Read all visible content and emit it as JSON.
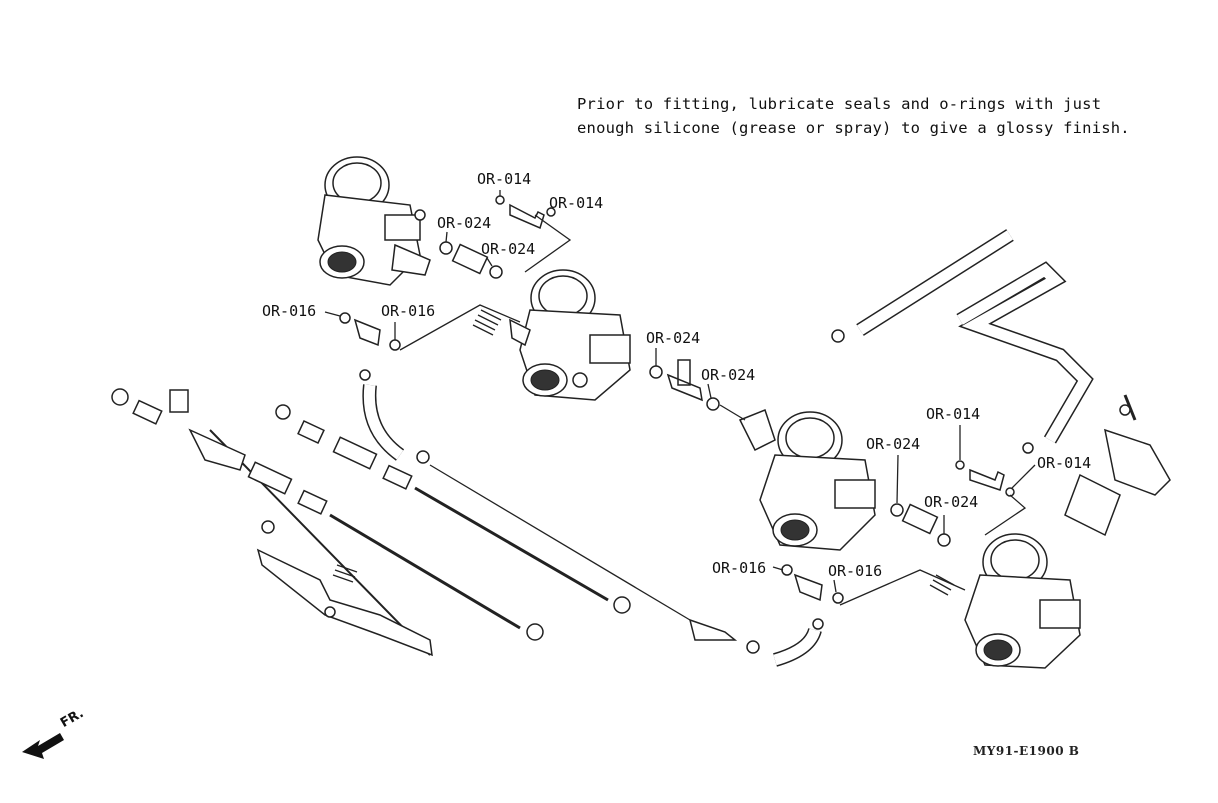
{
  "note": {
    "line1": "Prior to fitting, lubricate seals and o-rings with just",
    "line2": "enough silicone (grease or spray) to give a glossy finish."
  },
  "labels": [
    {
      "id": "l1",
      "text": "OR-014"
    },
    {
      "id": "l2",
      "text": "OR-014"
    },
    {
      "id": "l3",
      "text": "OR-024"
    },
    {
      "id": "l4",
      "text": "OR-024"
    },
    {
      "id": "l5",
      "text": "OR-016"
    },
    {
      "id": "l6",
      "text": "OR-016"
    },
    {
      "id": "l7",
      "text": "OR-024"
    },
    {
      "id": "l8",
      "text": "OR-024"
    },
    {
      "id": "l9",
      "text": "OR-014"
    },
    {
      "id": "l10",
      "text": "OR-024"
    },
    {
      "id": "l11",
      "text": "OR-014"
    },
    {
      "id": "l12",
      "text": "OR-024"
    },
    {
      "id": "l13",
      "text": "OR-016"
    },
    {
      "id": "l14",
      "text": "OR-016"
    }
  ],
  "diagram_code": "MY91-E1900 B",
  "direction_label": "FR.",
  "icons": [
    "front-direction-arrow-icon",
    "carburetor-icon",
    "o-ring-icon",
    "hose-icon",
    "spring-icon"
  ]
}
